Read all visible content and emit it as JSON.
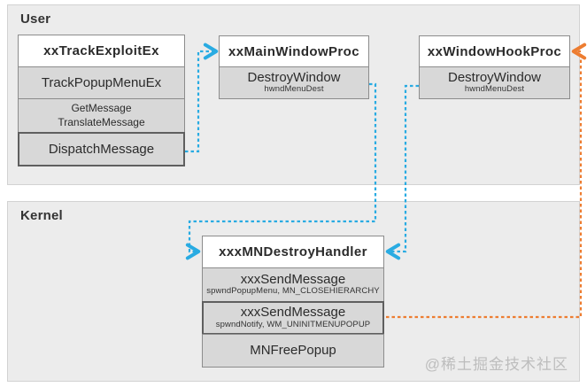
{
  "colors": {
    "flow-cyan": "#29abe2",
    "flow-orange": "#ed7d31",
    "region-bg": "#ececec",
    "region-border": "#d2d2d2",
    "box-border": "#8c8c8c",
    "row-bg": "#d8d8d8",
    "highlight-border": "#5f5f5f",
    "text": "#2b2b2b",
    "watermark": "#bdbdbd"
  },
  "regions": {
    "user": {
      "label": "User"
    },
    "kernel": {
      "label": "Kernel"
    }
  },
  "boxes": {
    "track_exploit": {
      "title": "xxTrackExploitEx",
      "rows": [
        {
          "label": "TrackPopupMenuEx"
        },
        {
          "line1": "GetMessage",
          "line2": "TranslateMessage"
        },
        {
          "label": "DispatchMessage",
          "highlight": true
        }
      ]
    },
    "main_window_proc": {
      "title": "xxMainWindowProc",
      "rows": [
        {
          "label": "DestroyWindow",
          "sub": "hwndMenuDest"
        }
      ]
    },
    "window_hook_proc": {
      "title": "xxWindowHookProc",
      "rows": [
        {
          "label": "DestroyWindow",
          "sub": "hwndMenuDest"
        }
      ]
    },
    "mn_destroy_handler": {
      "title": "xxxMNDestroyHandler",
      "rows": [
        {
          "label": "xxxSendMessage",
          "sub": "spwndPopupMenu, MN_CLOSEHIERARCHY"
        },
        {
          "label": "xxxSendMessage",
          "sub": "spwndNotify, WM_UNINITMENUPOPUP",
          "highlight": true
        },
        {
          "label": "MNFreePopup"
        }
      ]
    }
  },
  "flows": [
    {
      "from": "DispatchMessage",
      "to": "xxMainWindowProc",
      "color": "cyan"
    },
    {
      "from": "xxMainWindowProc.DestroyWindow",
      "to": "xxxMNDestroyHandler",
      "color": "cyan"
    },
    {
      "from": "xxWindowHookProc.DestroyWindow",
      "to": "xxxMNDestroyHandler",
      "color": "cyan"
    },
    {
      "from": "xxxMNDestroyHandler.xxxSendMessage(spwndNotify, WM_UNINITMENUPOPUP)",
      "to": "xxWindowHookProc",
      "color": "orange"
    }
  ],
  "watermark": "@稀土掘金技术社区"
}
